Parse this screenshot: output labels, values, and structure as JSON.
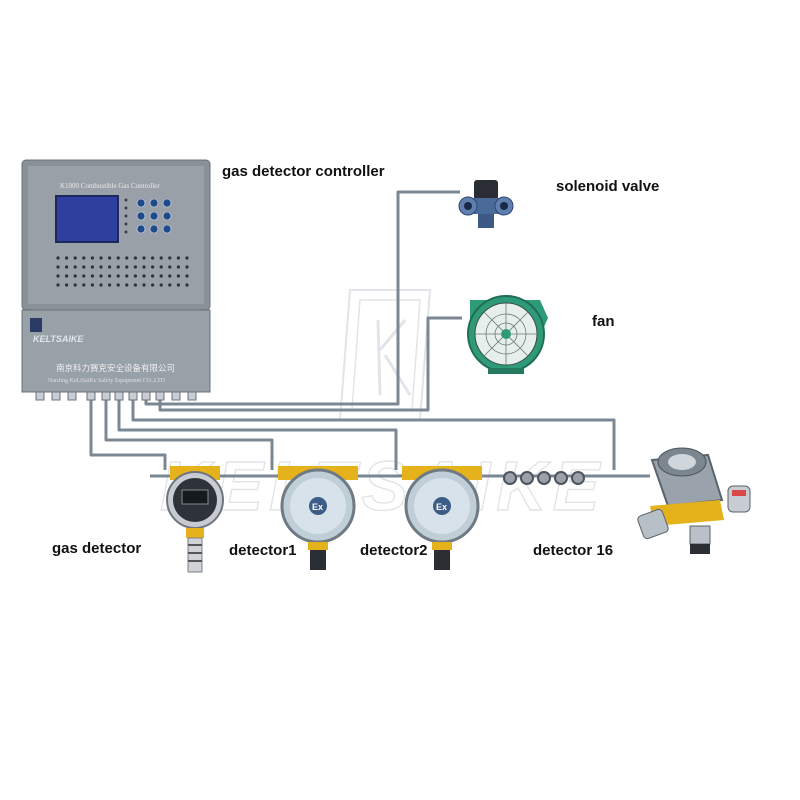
{
  "labels": {
    "controller": "gas detector controller",
    "solenoid_valve": "solenoid valve",
    "fan": "fan",
    "gas_detector": "gas detector",
    "detector1": "detector1",
    "detector2": "detector2",
    "detector16": "detector 16"
  },
  "controller": {
    "panel_title": "K1000 Combustible Gas Controller",
    "brand": "KELTSAIKE",
    "company_cn": "南京科力赛克安全设备有限公司",
    "company_en": "NanJing KeLiSaiKe Safety Equipment CO.,LTD"
  },
  "watermark": "KELTSAIKE",
  "detector_badge": "Ex",
  "colors": {
    "wire": "#7c8794",
    "controller_body": "#8b9199",
    "screen": "#2f3f9e",
    "fan_green": "#2f9a78",
    "detector_yellow": "#e5b21c"
  }
}
